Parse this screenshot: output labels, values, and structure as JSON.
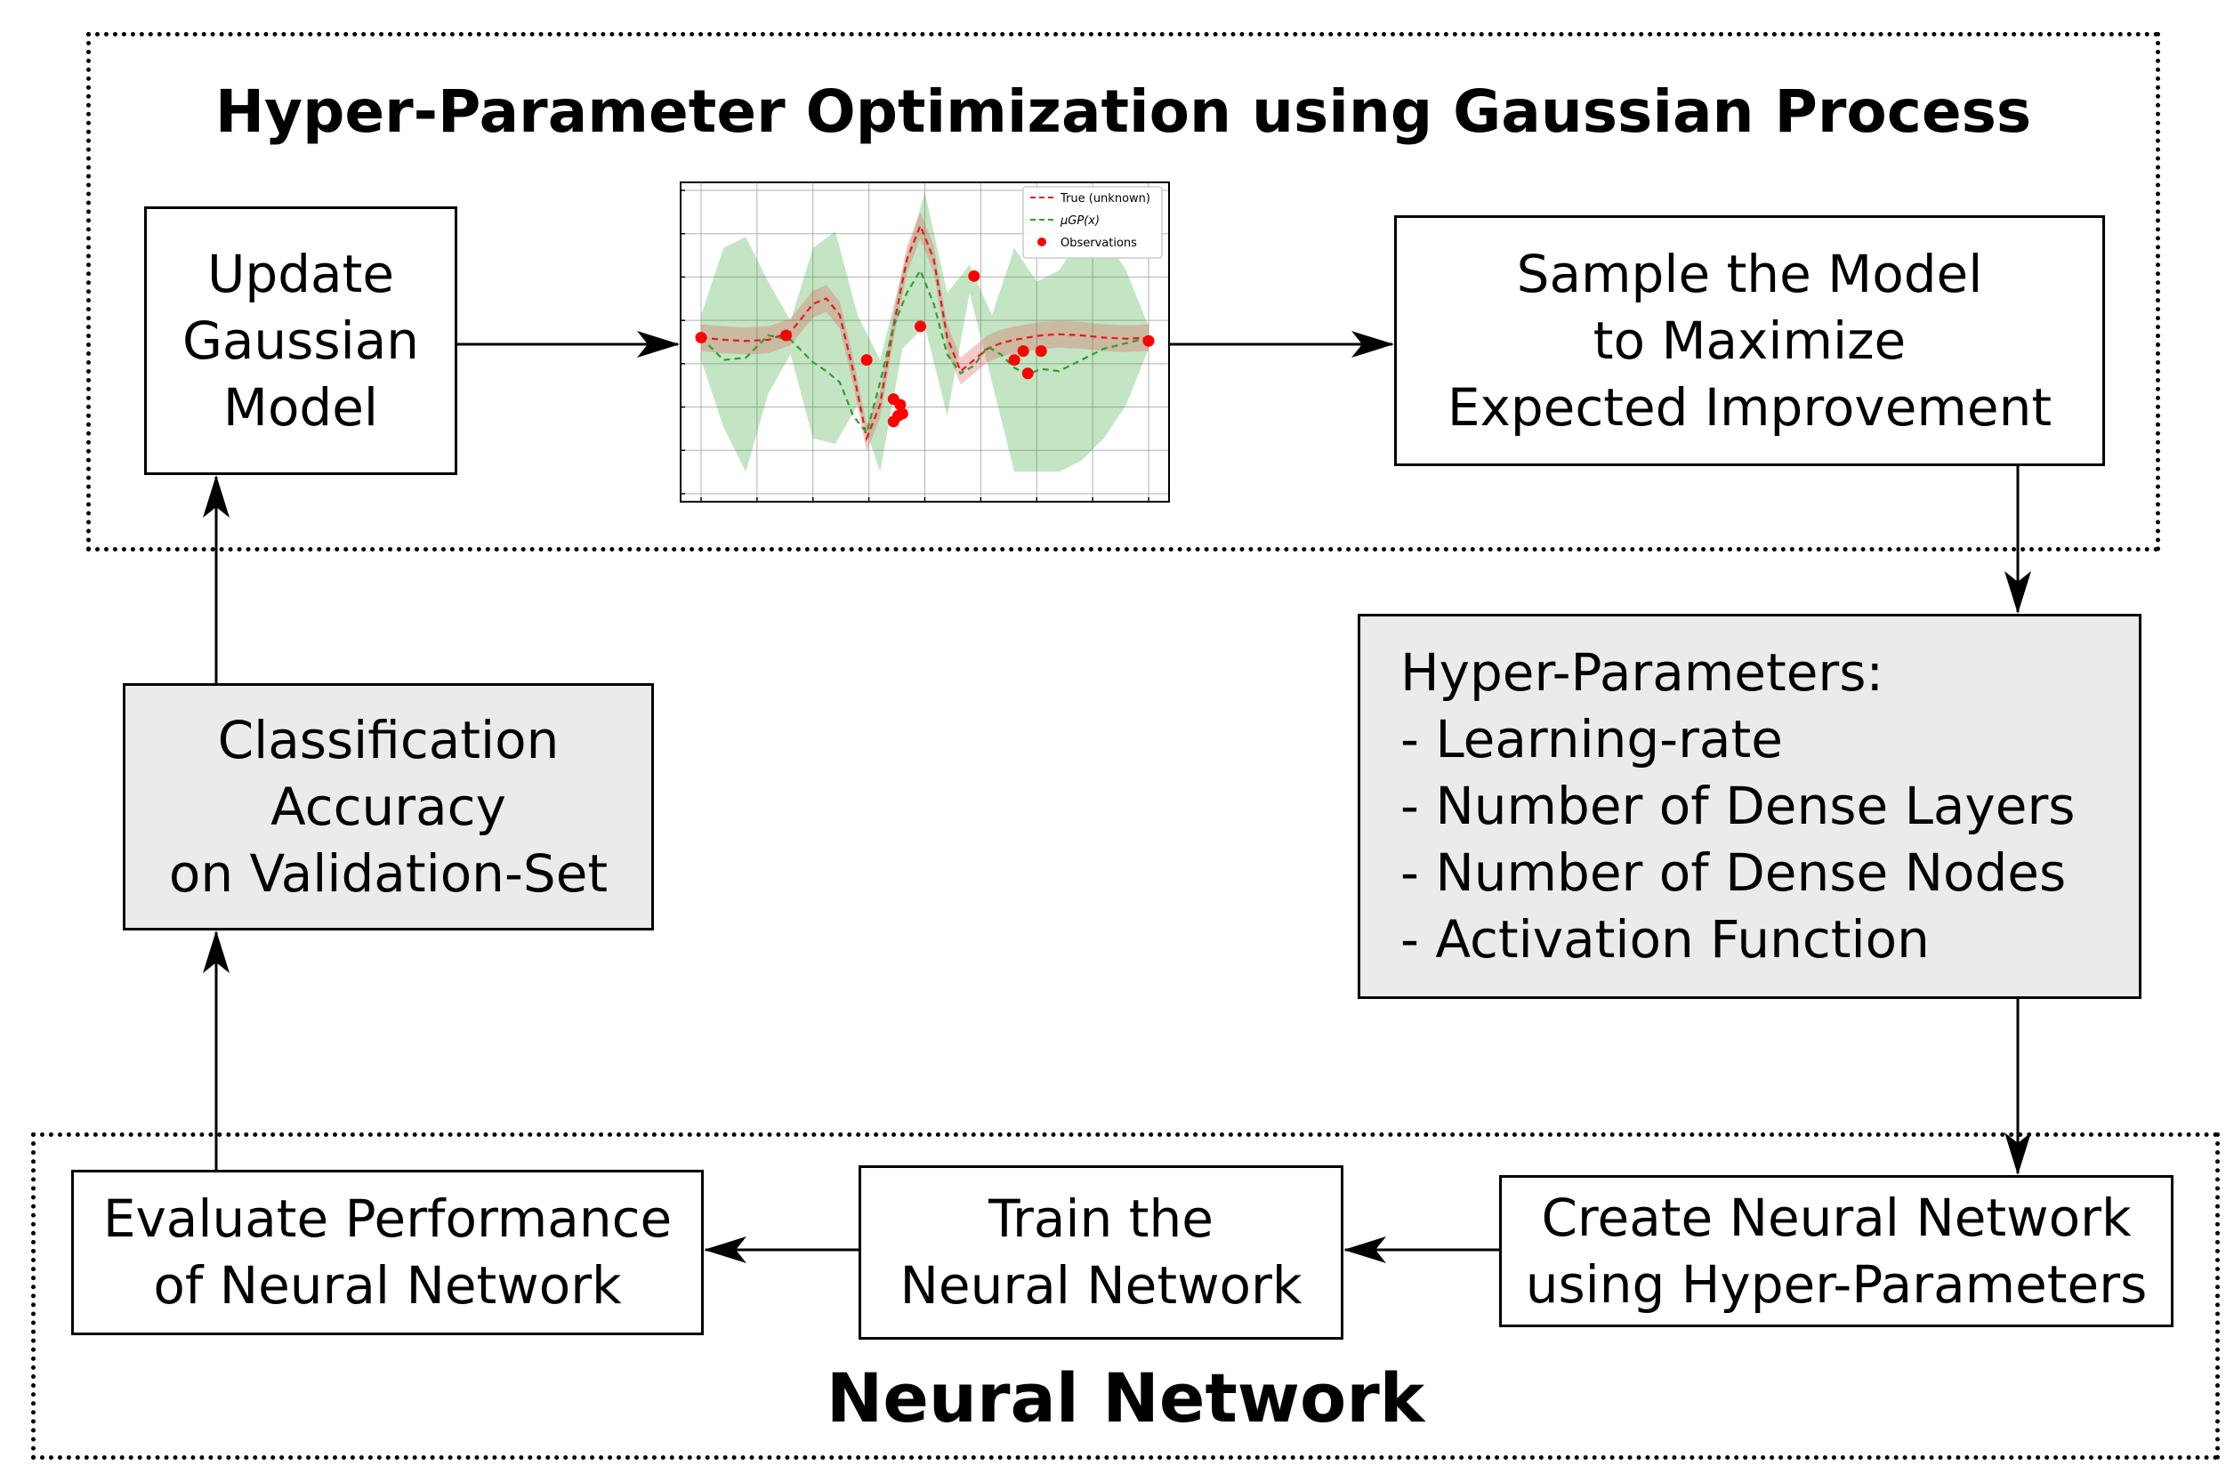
{
  "regions": {
    "gp_title": "Hyper-Parameter Optimization using Gaussian Process",
    "nn_title": "Neural Network"
  },
  "boxes": {
    "update_model": [
      "Update",
      "Gaussian",
      "Model"
    ],
    "sample_model": [
      "Sample the Model",
      "to Maximize",
      "Expected Improvement"
    ],
    "hyper_params": [
      "Hyper-Parameters:",
      "- Learning-rate",
      "- Number of Dense Layers",
      "- Number of Dense Nodes",
      "- Activation Function"
    ],
    "accuracy": [
      "Classification",
      "Accuracy",
      "on Validation-Set"
    ],
    "evaluate": [
      "Evaluate Performance",
      "of Neural Network"
    ],
    "train": [
      "Train the",
      "Neural Network"
    ],
    "create": [
      "Create Neural Network",
      "using Hyper-Parameters"
    ]
  },
  "legend": {
    "true_label": "True (unknown)",
    "mu_label": "μGP(x)",
    "obs_label": "Observations"
  },
  "chart_data": {
    "type": "line",
    "title": "",
    "xlabel": "",
    "ylabel": "",
    "xlim": [
      0,
      1
    ],
    "ylim": [
      -1.3,
      1.3
    ],
    "series": [
      {
        "name": "True (unknown)",
        "color": "#e41a1c",
        "dashed": true,
        "x": [
          0.0,
          0.05,
          0.1,
          0.15,
          0.2,
          0.25,
          0.28,
          0.31,
          0.34,
          0.37,
          0.4,
          0.43,
          0.46,
          0.49,
          0.52,
          0.55,
          0.58,
          0.61,
          0.64,
          0.67,
          0.7,
          0.73,
          0.76,
          0.8,
          0.85,
          0.9,
          0.95,
          1.0
        ],
        "y": [
          0.0,
          -0.02,
          -0.03,
          -0.02,
          0.05,
          0.3,
          0.35,
          0.2,
          -0.3,
          -0.9,
          -0.6,
          0.1,
          0.7,
          1.0,
          0.7,
          0.0,
          -0.3,
          -0.2,
          -0.1,
          -0.05,
          -0.02,
          0.0,
          0.02,
          0.03,
          0.02,
          0.0,
          -0.01,
          0.0
        ]
      },
      {
        "name": "μGP(x)",
        "color": "#2ca02c",
        "dashed": true,
        "x": [
          0.0,
          0.05,
          0.1,
          0.15,
          0.2,
          0.25,
          0.28,
          0.31,
          0.34,
          0.37,
          0.4,
          0.43,
          0.46,
          0.49,
          0.52,
          0.55,
          0.58,
          0.61,
          0.64,
          0.67,
          0.7,
          0.73,
          0.76,
          0.8,
          0.85,
          0.9,
          0.95,
          1.0
        ],
        "y": [
          0.0,
          -0.2,
          -0.18,
          0.02,
          -0.02,
          -0.22,
          -0.3,
          -0.4,
          -0.7,
          -0.85,
          -0.4,
          0.1,
          0.4,
          0.6,
          0.3,
          -0.15,
          -0.32,
          -0.25,
          -0.08,
          -0.15,
          -0.27,
          -0.33,
          -0.28,
          -0.3,
          -0.2,
          -0.1,
          -0.05,
          0.0
        ]
      }
    ],
    "observations": {
      "name": "Observations",
      "color": "#ff0000",
      "x": [
        0.0,
        0.19,
        0.37,
        0.43,
        0.445,
        0.44,
        0.43,
        0.45,
        0.49,
        0.61,
        0.7,
        0.72,
        0.73,
        0.76,
        1.0
      ],
      "y": [
        0.0,
        0.02,
        -0.2,
        -0.55,
        -0.6,
        -0.7,
        -0.75,
        -0.68,
        0.1,
        0.55,
        -0.2,
        -0.12,
        -0.32,
        -0.12,
        -0.03
      ]
    },
    "confidence_band": {
      "color": "#2ca02c",
      "x": [
        0.0,
        0.05,
        0.1,
        0.15,
        0.2,
        0.25,
        0.3,
        0.35,
        0.4,
        0.45,
        0.5,
        0.55,
        0.6,
        0.65,
        0.7,
        0.75,
        0.8,
        0.85,
        0.9,
        0.95,
        1.0
      ],
      "upper": [
        0.2,
        0.8,
        0.9,
        0.5,
        0.15,
        0.8,
        0.95,
        0.2,
        -0.2,
        0.6,
        1.3,
        0.4,
        0.65,
        0.2,
        0.8,
        0.5,
        0.6,
        0.9,
        0.9,
        0.6,
        0.1
      ],
      "lower": [
        -0.2,
        -0.8,
        -1.2,
        -0.5,
        -0.15,
        -0.9,
        -0.95,
        -0.6,
        -1.2,
        -0.1,
        0.1,
        -0.7,
        0.4,
        -0.4,
        -1.2,
        -1.2,
        -1.2,
        -1.1,
        -0.9,
        -0.6,
        -0.1
      ]
    },
    "grid": true,
    "legend_position": "top-right"
  }
}
